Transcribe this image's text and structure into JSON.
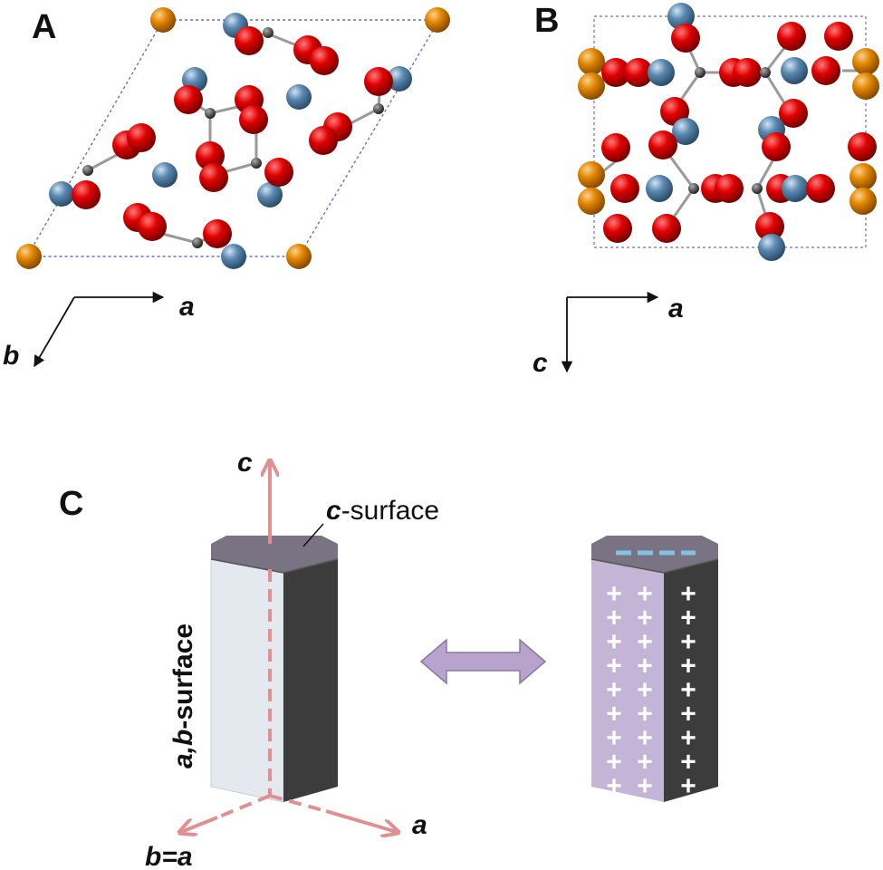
{
  "panels": {
    "a": {
      "letter": "A",
      "axis_a": "a",
      "axis_b": "b"
    },
    "b": {
      "letter": "B",
      "axis_a": "a",
      "axis_c": "c"
    },
    "c": {
      "letter": "C",
      "axis_c": "c",
      "axis_a": "a",
      "axis_b": "b=a",
      "c_surface": {
        "italic": "c",
        "rest": "-surface"
      },
      "ab_surface": {
        "italic": "a,b",
        "rest": "-surface"
      },
      "plus_sign": "+"
    }
  },
  "colors": {
    "oxygen": "#d10000",
    "calcium_blue": "#5a88b0",
    "orange_atom": "#d97c00",
    "carbon": "#444444",
    "unit_cell": "#6a6ad0",
    "axis_pink": "#e09090",
    "prism_light_face": "#e3e9ef",
    "prism_dark_face": "#3c3c3c",
    "prism_top": "#7a7384",
    "charged_face": "#c4b5d6",
    "arrow_fill": "#b7a3cc",
    "negative_dash": "#86c2e6"
  }
}
